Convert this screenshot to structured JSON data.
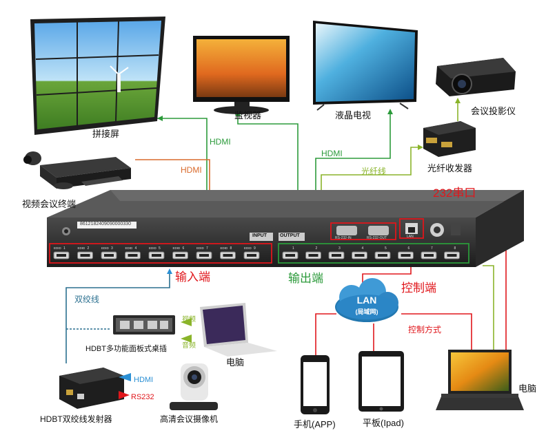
{
  "devices": {
    "video_wall": "拼接屏",
    "monitor": "监视器",
    "lcd_tv": "液晶电视",
    "projector": "会议投影仪",
    "fiber_transceiver": "光纤收发器",
    "video_conf_terminal": "视频会议终端",
    "hdbt_desk_panel": "HDBT多功能面板式桌插",
    "laptop_left": "电脑",
    "hdbt_transmitter": "HDBT双绞线发射器",
    "hd_camera": "高清会议摄像机",
    "phone": "手机(APP)",
    "tablet": "平板(Ipad)",
    "laptop_right": "电脑"
  },
  "links": {
    "hdmi_wall": "HDMI",
    "hdmi_tv": "HDMI",
    "hdmi_conf": "HDMI",
    "fiber": "光纤线",
    "serial": "232串口",
    "twisted_pair": "双绞线",
    "video": "视频",
    "audio": "音频",
    "hdmi_tx": "HDMI",
    "rs232_tx": "RS232",
    "control_mode": "控制方式"
  },
  "lan": {
    "title": "LAN",
    "subtitle": "(局域网)"
  },
  "matrix": {
    "serial_number": "8612182409090000330",
    "input_header": "INPUT",
    "output_header": "OUTPUT",
    "edid_label": "EDID",
    "input_ports": [
      "1",
      "2",
      "3",
      "4",
      "5",
      "6",
      "7",
      "8",
      "9"
    ],
    "output_ports": [
      "1",
      "2",
      "3",
      "4",
      "5",
      "6",
      "7",
      "8"
    ],
    "rs232_in": "RS-232-IN",
    "rs232_out": "RS-232-OUT",
    "lan_port": "LAN"
  },
  "zones": {
    "input": "输入端",
    "output": "输出端",
    "control": "控制端"
  },
  "colors": {
    "hdmi_green": "#2b9a3a",
    "hdmi_orange": "#d96a2b",
    "fiber_olive": "#8ab42a",
    "control_red": "#e0161b",
    "twisted_blue": "#2a6f8f",
    "chassis": "#2a2a2a"
  }
}
